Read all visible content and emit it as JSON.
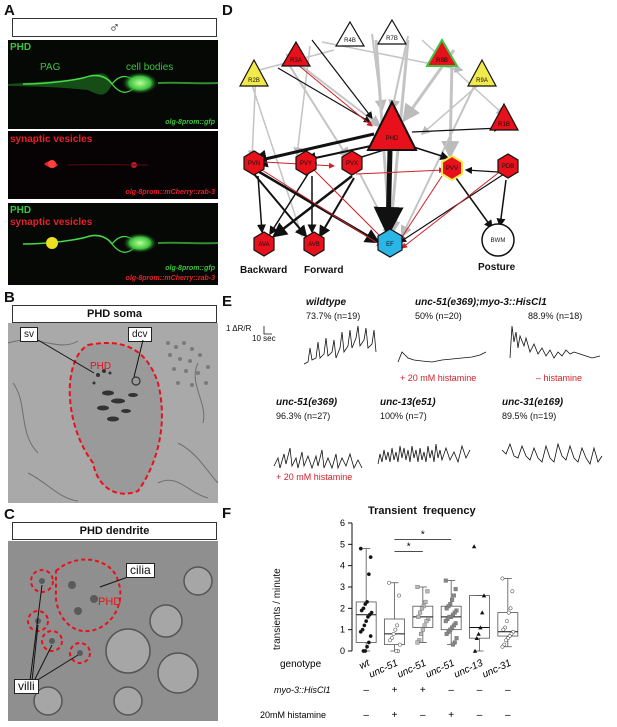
{
  "panels": {
    "a": "A",
    "b": "B",
    "c": "C",
    "d": "D",
    "e": "E",
    "f": "F"
  },
  "panel_a": {
    "title_symbol": "♂",
    "img1_label_top": "PHD",
    "img1_label_pag": "PAG",
    "img1_label_cells": "cell bodies",
    "img1_caption": "olg-8prom::gfp",
    "img2_label_top": "synaptic vesicles",
    "img2_caption": "olg-8prom::mCherry::rab-3",
    "img3_label_top1": "PHD",
    "img3_label_top2": "synaptic vesicles",
    "img3_caption1": "olg-8prom::gfp",
    "img3_caption2": "olg-8prom::mCherry::rab-3",
    "colors": {
      "green": "#3ec33e",
      "red": "#e8202a",
      "yellow": "#e8e020"
    }
  },
  "panel_b": {
    "title": "PHD soma",
    "label_sv": "sv",
    "label_dcv": "dcv",
    "label_cell": "PHD"
  },
  "panel_c": {
    "title": "PHD dendrite",
    "label_cilia": "cilia",
    "label_villi": "villi",
    "label_cell": "PHD"
  },
  "panel_d": {
    "nodes": [
      {
        "id": "R3A",
        "kind": "triangle",
        "color": "#e8101a"
      },
      {
        "id": "R4B",
        "kind": "triangle",
        "color": "#ffffff"
      },
      {
        "id": "R7B",
        "kind": "triangle",
        "color": "#ffffff"
      },
      {
        "id": "R8B",
        "kind": "triangle",
        "color": "#e8101a"
      },
      {
        "id": "R2B",
        "kind": "triangle",
        "color": "#f2ea4a"
      },
      {
        "id": "R9A",
        "kind": "triangle",
        "color": "#f2ea4a"
      },
      {
        "id": "PHD",
        "kind": "triangle",
        "color": "#e8101a"
      },
      {
        "id": "R1B",
        "kind": "triangle",
        "color": "#e8101a"
      },
      {
        "id": "PVN",
        "kind": "hexagon",
        "color": "#e8101a"
      },
      {
        "id": "PVY",
        "kind": "hexagon",
        "color": "#e8101a"
      },
      {
        "id": "PVX",
        "kind": "hexagon",
        "color": "#e8101a"
      },
      {
        "id": "PVV",
        "kind": "hexagon",
        "color": "#e8101a"
      },
      {
        "id": "PDB",
        "kind": "hexagon",
        "color": "#e8101a"
      },
      {
        "id": "AVA",
        "kind": "hexagon",
        "color": "#e8101a"
      },
      {
        "id": "AVB",
        "kind": "hexagon",
        "color": "#e8101a"
      },
      {
        "id": "EF",
        "kind": "hexagon",
        "color": "#2ab6e6"
      },
      {
        "id": "BWM",
        "kind": "circle",
        "color": "#ffffff"
      }
    ],
    "label_backward": "Backward",
    "label_forward": "Forward",
    "label_posture": "Posture"
  },
  "panel_e": {
    "scale_y": "1 ΔR/R",
    "scale_x": "10 sec",
    "traces": [
      {
        "genotype": "wildtype",
        "percent": "73.7% (n=19)",
        "condition": ""
      },
      {
        "genotype": "unc-51(e369);myo-3::HisCl1",
        "percent": "50% (n=20)",
        "condition": "+ 20 mM histamine"
      },
      {
        "genotype": "",
        "percent": "88.9% (n=18)",
        "condition": "– histamine"
      },
      {
        "genotype": "unc-51(e369)",
        "percent": "96.3% (n=27)",
        "condition": "+ 20 mM histamine"
      },
      {
        "genotype": "unc-13(e51)",
        "percent": "100% (n=7)",
        "condition": ""
      },
      {
        "genotype": "unc-31(e169)",
        "percent": "89.5% (n=19)",
        "condition": ""
      }
    ]
  },
  "chart_data": {
    "type": "box",
    "title": "Transient  frequency",
    "ylabel": "transients / minute",
    "ylim": [
      0,
      6
    ],
    "yticks": [
      0,
      1,
      2,
      3,
      4,
      5,
      6
    ],
    "categories": [
      "wt",
      "unc-51",
      "unc-51",
      "unc-51",
      "unc-13",
      "unc-31"
    ],
    "row_labels": {
      "genotype": "genotype",
      "transgene": "myo-3::HisCl1",
      "histamine": "20mM histamine"
    },
    "transgene_row": [
      "–",
      "+",
      "+",
      "–",
      "–",
      "–"
    ],
    "histamine_row": [
      "–",
      "+",
      "–",
      "+",
      "–",
      "–"
    ],
    "boxes": [
      {
        "min": 0.0,
        "q1": 0.4,
        "median": 1.7,
        "q3": 2.3,
        "max": 4.8
      },
      {
        "min": 0.0,
        "q1": 0.3,
        "median": 0.8,
        "q3": 1.5,
        "max": 3.2
      },
      {
        "min": 0.4,
        "q1": 1.1,
        "median": 1.6,
        "q3": 2.1,
        "max": 3.0
      },
      {
        "min": 0.3,
        "q1": 1.0,
        "median": 1.6,
        "q3": 2.1,
        "max": 3.3
      },
      {
        "min": 0.0,
        "q1": 0.6,
        "median": 1.1,
        "q3": 2.6,
        "max": 2.6
      },
      {
        "min": 0.2,
        "q1": 0.7,
        "median": 0.9,
        "q3": 1.8,
        "max": 3.4
      }
    ],
    "points": [
      [
        4.8,
        4.4,
        3.6,
        2.3,
        2.2,
        2.0,
        1.9,
        1.8,
        1.7,
        1.6,
        1.4,
        1.2,
        1.0,
        0.9,
        0.7,
        0.4,
        0.2,
        0.0,
        0.0
      ],
      [
        3.2,
        2.6,
        1.2,
        1.0,
        0.8,
        0.6,
        0.5,
        0.3,
        0.0,
        0.0
      ],
      [
        3.0,
        2.8,
        2.3,
        2.1,
        2.0,
        1.8,
        1.6,
        1.5,
        1.4,
        1.2,
        1.0,
        0.8,
        0.5,
        0.4
      ],
      [
        3.3,
        2.9,
        2.6,
        2.4,
        2.2,
        2.1,
        2.0,
        1.9,
        1.8,
        1.7,
        1.6,
        1.6,
        1.5,
        1.4,
        1.3,
        1.2,
        1.1,
        1.0,
        0.9,
        0.8,
        0.6,
        0.4,
        0.3
      ],
      [
        4.9,
        2.6,
        1.8,
        1.1,
        0.8,
        0.6,
        0.0
      ],
      [
        3.4,
        2.8,
        2.0,
        1.8,
        1.4,
        1.1,
        1.0,
        0.9,
        0.8,
        0.7,
        0.6,
        0.5,
        0.3,
        0.2
      ]
    ],
    "significance": [
      {
        "from": 1,
        "to": 2,
        "label": "*"
      },
      {
        "from": 1,
        "to": 3,
        "label": "*"
      }
    ],
    "grid": false
  }
}
